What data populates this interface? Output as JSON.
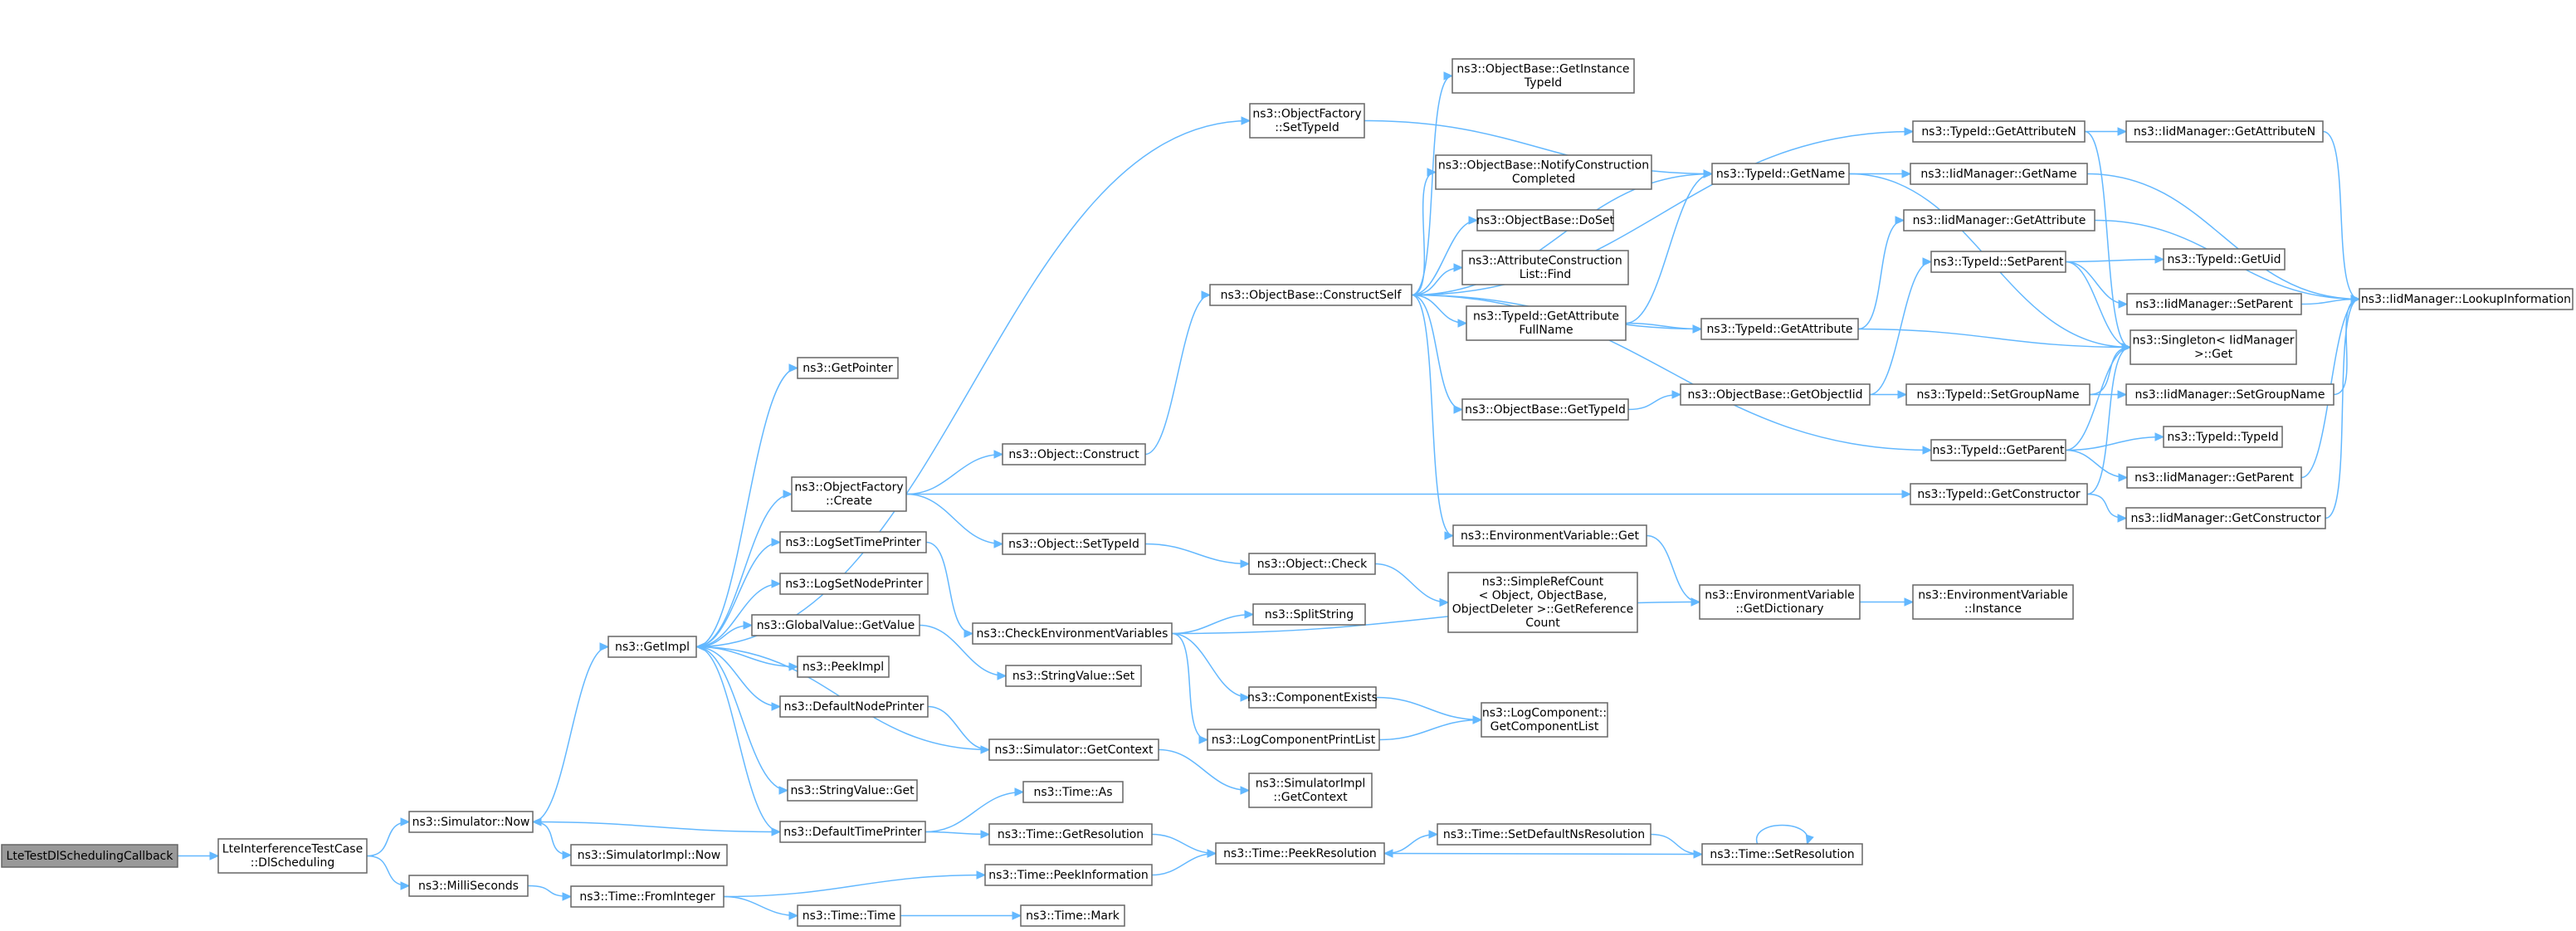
{
  "graph": {
    "title": "",
    "edge_color": "#63b8ff",
    "node_border_color": "#666666",
    "root_fill_color": "#999999",
    "nodes": [
      {
        "id": "root",
        "lines": [
          "LteTestDlSchedulingCallback"
        ]
      },
      {
        "id": "lte",
        "lines": [
          "LteInterferenceTestCase",
          "::DlScheduling"
        ]
      },
      {
        "id": "simnow",
        "lines": [
          "ns3::Simulator::Now"
        ]
      },
      {
        "id": "milli",
        "lines": [
          "ns3::MilliSeconds"
        ]
      },
      {
        "id": "getimpl",
        "lines": [
          "ns3::GetImpl"
        ]
      },
      {
        "id": "simimplnow",
        "lines": [
          "ns3::SimulatorImpl::Now"
        ]
      },
      {
        "id": "fromint",
        "lines": [
          "ns3::Time::FromInteger"
        ]
      },
      {
        "id": "getpointer",
        "lines": [
          "ns3::GetPointer"
        ]
      },
      {
        "id": "ofcreate",
        "lines": [
          "ns3::ObjectFactory",
          "::Create"
        ]
      },
      {
        "id": "logsettime",
        "lines": [
          "ns3::LogSetTimePrinter"
        ]
      },
      {
        "id": "logsetnode",
        "lines": [
          "ns3::LogSetNodePrinter"
        ]
      },
      {
        "id": "gvgetvalue",
        "lines": [
          "ns3::GlobalValue::GetValue"
        ]
      },
      {
        "id": "peekimpl",
        "lines": [
          "ns3::PeekImpl"
        ]
      },
      {
        "id": "defnodeprinter",
        "lines": [
          "ns3::DefaultNodePrinter"
        ]
      },
      {
        "id": "svget",
        "lines": [
          "ns3::StringValue::Get"
        ]
      },
      {
        "id": "deftimeprinter",
        "lines": [
          "ns3::DefaultTimePrinter"
        ]
      },
      {
        "id": "timetime",
        "lines": [
          "ns3::Time::Time"
        ]
      },
      {
        "id": "ofsettypeid",
        "lines": [
          "ns3::ObjectFactory",
          "::SetTypeId"
        ]
      },
      {
        "id": "objconstruct",
        "lines": [
          "ns3::Object::Construct"
        ]
      },
      {
        "id": "objsettypeid",
        "lines": [
          "ns3::Object::SetTypeId"
        ]
      },
      {
        "id": "checkenv",
        "lines": [
          "ns3::CheckEnvironmentVariables"
        ]
      },
      {
        "id": "stringvalueset",
        "lines": [
          "ns3::StringValue::Set"
        ]
      },
      {
        "id": "simgetcontext",
        "lines": [
          "ns3::Simulator::GetContext"
        ]
      },
      {
        "id": "timeas",
        "lines": [
          "ns3::Time::As"
        ]
      },
      {
        "id": "timegetres",
        "lines": [
          "ns3::Time::GetResolution"
        ]
      },
      {
        "id": "timepeekinfo",
        "lines": [
          "ns3::Time::PeekInformation"
        ]
      },
      {
        "id": "timemark",
        "lines": [
          "ns3::Time::Mark"
        ]
      },
      {
        "id": "obconstructself",
        "lines": [
          "ns3::ObjectBase::ConstructSelf"
        ]
      },
      {
        "id": "objcheck",
        "lines": [
          "ns3::Object::Check"
        ]
      },
      {
        "id": "splitstring",
        "lines": [
          "ns3::SplitString"
        ]
      },
      {
        "id": "compexists",
        "lines": [
          "ns3::ComponentExists"
        ]
      },
      {
        "id": "logcompprintlist",
        "lines": [
          "ns3::LogComponentPrintList"
        ]
      },
      {
        "id": "simimplgetcontext",
        "lines": [
          "ns3::SimulatorImpl",
          "::GetContext"
        ]
      },
      {
        "id": "timepeekres",
        "lines": [
          "ns3::Time::PeekResolution"
        ]
      },
      {
        "id": "obgetinstance",
        "lines": [
          "ns3::ObjectBase::GetInstance",
          "TypeId"
        ]
      },
      {
        "id": "obnotify",
        "lines": [
          "ns3::ObjectBase::NotifyConstruction",
          "Completed"
        ]
      },
      {
        "id": "obdoset",
        "lines": [
          "ns3::ObjectBase::DoSet"
        ]
      },
      {
        "id": "attrconstruct",
        "lines": [
          "ns3::AttributeConstruction",
          "List::Find"
        ]
      },
      {
        "id": "tidgetattrfull",
        "lines": [
          "ns3::TypeId::GetAttribute",
          "FullName"
        ]
      },
      {
        "id": "obgettypeid",
        "lines": [
          "ns3::ObjectBase::GetTypeId"
        ]
      },
      {
        "id": "envget",
        "lines": [
          "ns3::EnvironmentVariable::Get"
        ]
      },
      {
        "id": "simplerefcount",
        "lines": [
          "ns3::SimpleRefCount",
          "< Object, ObjectBase,",
          "ObjectDeleter >::GetReference",
          "Count"
        ]
      },
      {
        "id": "logcompgetlist",
        "lines": [
          "ns3::LogComponent::",
          "GetComponentList"
        ]
      },
      {
        "id": "timesetdefns",
        "lines": [
          "ns3::Time::SetDefaultNsResolution"
        ]
      },
      {
        "id": "tidgetname",
        "lines": [
          "ns3::TypeId::GetName"
        ]
      },
      {
        "id": "tidgetattr",
        "lines": [
          "ns3::TypeId::GetAttribute"
        ]
      },
      {
        "id": "obgetobjtid",
        "lines": [
          "ns3::ObjectBase::GetObjectIid"
        ]
      },
      {
        "id": "envgetdict",
        "lines": [
          "ns3::EnvironmentVariable",
          "::GetDictionary"
        ]
      },
      {
        "id": "timesetres",
        "lines": [
          "ns3::Time::SetResolution"
        ]
      },
      {
        "id": "tidgetattrn",
        "lines": [
          "ns3::TypeId::GetAttributeN"
        ]
      },
      {
        "id": "iidgetname",
        "lines": [
          "ns3::IidManager::GetName"
        ]
      },
      {
        "id": "iidgetattr",
        "lines": [
          "ns3::IidManager::GetAttribute"
        ]
      },
      {
        "id": "tidsetparent",
        "lines": [
          "ns3::TypeId::SetParent"
        ]
      },
      {
        "id": "tidsetgroup",
        "lines": [
          "ns3::TypeId::SetGroupName"
        ]
      },
      {
        "id": "tidgetparent",
        "lines": [
          "ns3::TypeId::GetParent"
        ]
      },
      {
        "id": "tidgetconstructor",
        "lines": [
          "ns3::TypeId::GetConstructor"
        ]
      },
      {
        "id": "envinstance",
        "lines": [
          "ns3::EnvironmentVariable",
          "::Instance"
        ]
      },
      {
        "id": "iidgetattrn",
        "lines": [
          "ns3::IidManager::GetAttributeN"
        ]
      },
      {
        "id": "tidgetuid",
        "lines": [
          "ns3::TypeId::GetUid"
        ]
      },
      {
        "id": "iidsetparent",
        "lines": [
          "ns3::IidManager::SetParent"
        ]
      },
      {
        "id": "singletonget",
        "lines": [
          "ns3::Singleton< IidManager",
          " >::Get"
        ]
      },
      {
        "id": "iidsetgroup",
        "lines": [
          "ns3::IidManager::SetGroupName"
        ]
      },
      {
        "id": "tidtypeid",
        "lines": [
          "ns3::TypeId::TypeId"
        ]
      },
      {
        "id": "iidgetparent",
        "lines": [
          "ns3::IidManager::GetParent"
        ]
      },
      {
        "id": "iidgetconstructor",
        "lines": [
          "ns3::IidManager::GetConstructor"
        ]
      },
      {
        "id": "iidlookup",
        "lines": [
          "ns3::IidManager::LookupInformation"
        ]
      }
    ]
  }
}
